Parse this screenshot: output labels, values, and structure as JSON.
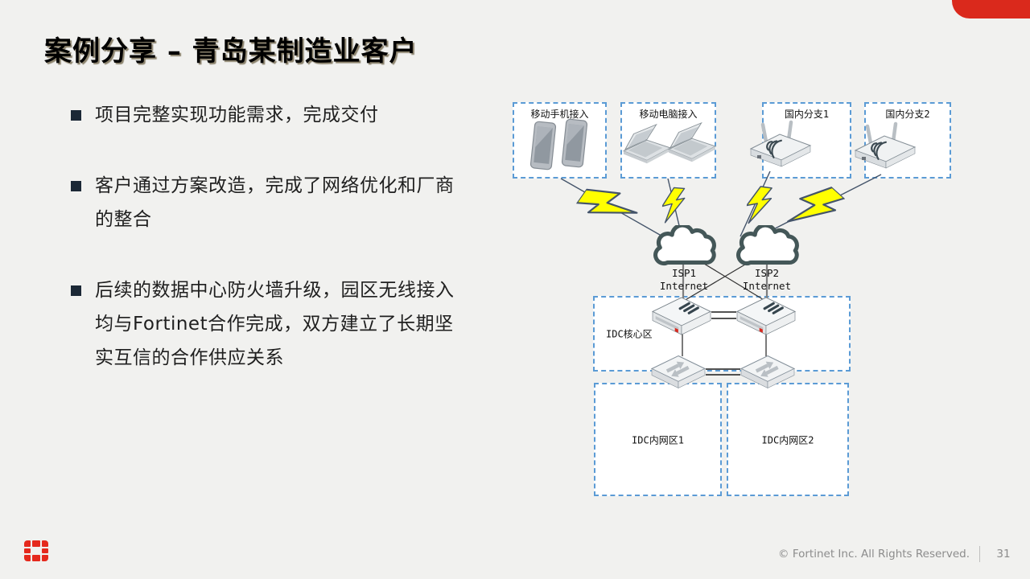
{
  "slide": {
    "title": "案例分享 – 青岛某制造业客户",
    "bullets": [
      {
        "text": "项目完整实现功能需求，完成交付"
      },
      {
        "text": "客户通过方案改造，完成了网络优化和厂商的整合"
      },
      {
        "text": "后续的数据中心防火墙升级，园区无线接入均与Fortinet合作完成，双方建立了长期坚实互信的合作供应关系"
      }
    ],
    "footer": {
      "copyright": "© Fortinet Inc. All Rights Reserved.",
      "page_number": "31"
    }
  },
  "diagram": {
    "zones": {
      "mobile_phone": {
        "label": "移动手机接入"
      },
      "mobile_pc": {
        "label": "移动电脑接入"
      },
      "branch1": {
        "label": "国内分支1"
      },
      "branch2": {
        "label": "国内分支2"
      },
      "idc_core": {
        "label": "IDC核心区"
      },
      "idc_lan1": {
        "label": "IDC内网区1"
      },
      "idc_lan2": {
        "label": "IDC内网区2"
      }
    },
    "clouds": [
      {
        "line1": "ISP1",
        "line2": "Internet"
      },
      {
        "line1": "ISP2",
        "line2": "Internet"
      }
    ]
  },
  "colors": {
    "accent_red": "#da291c",
    "logo_red": "#e5291d",
    "dashed_border_blue": "#5b9bd5",
    "cloud_outline": "#445758",
    "lightning_fill": "#ffff00",
    "lightning_outline": "#44546a",
    "bullet_marker": "#1b2836",
    "footer_text": "#8c8c8c"
  }
}
